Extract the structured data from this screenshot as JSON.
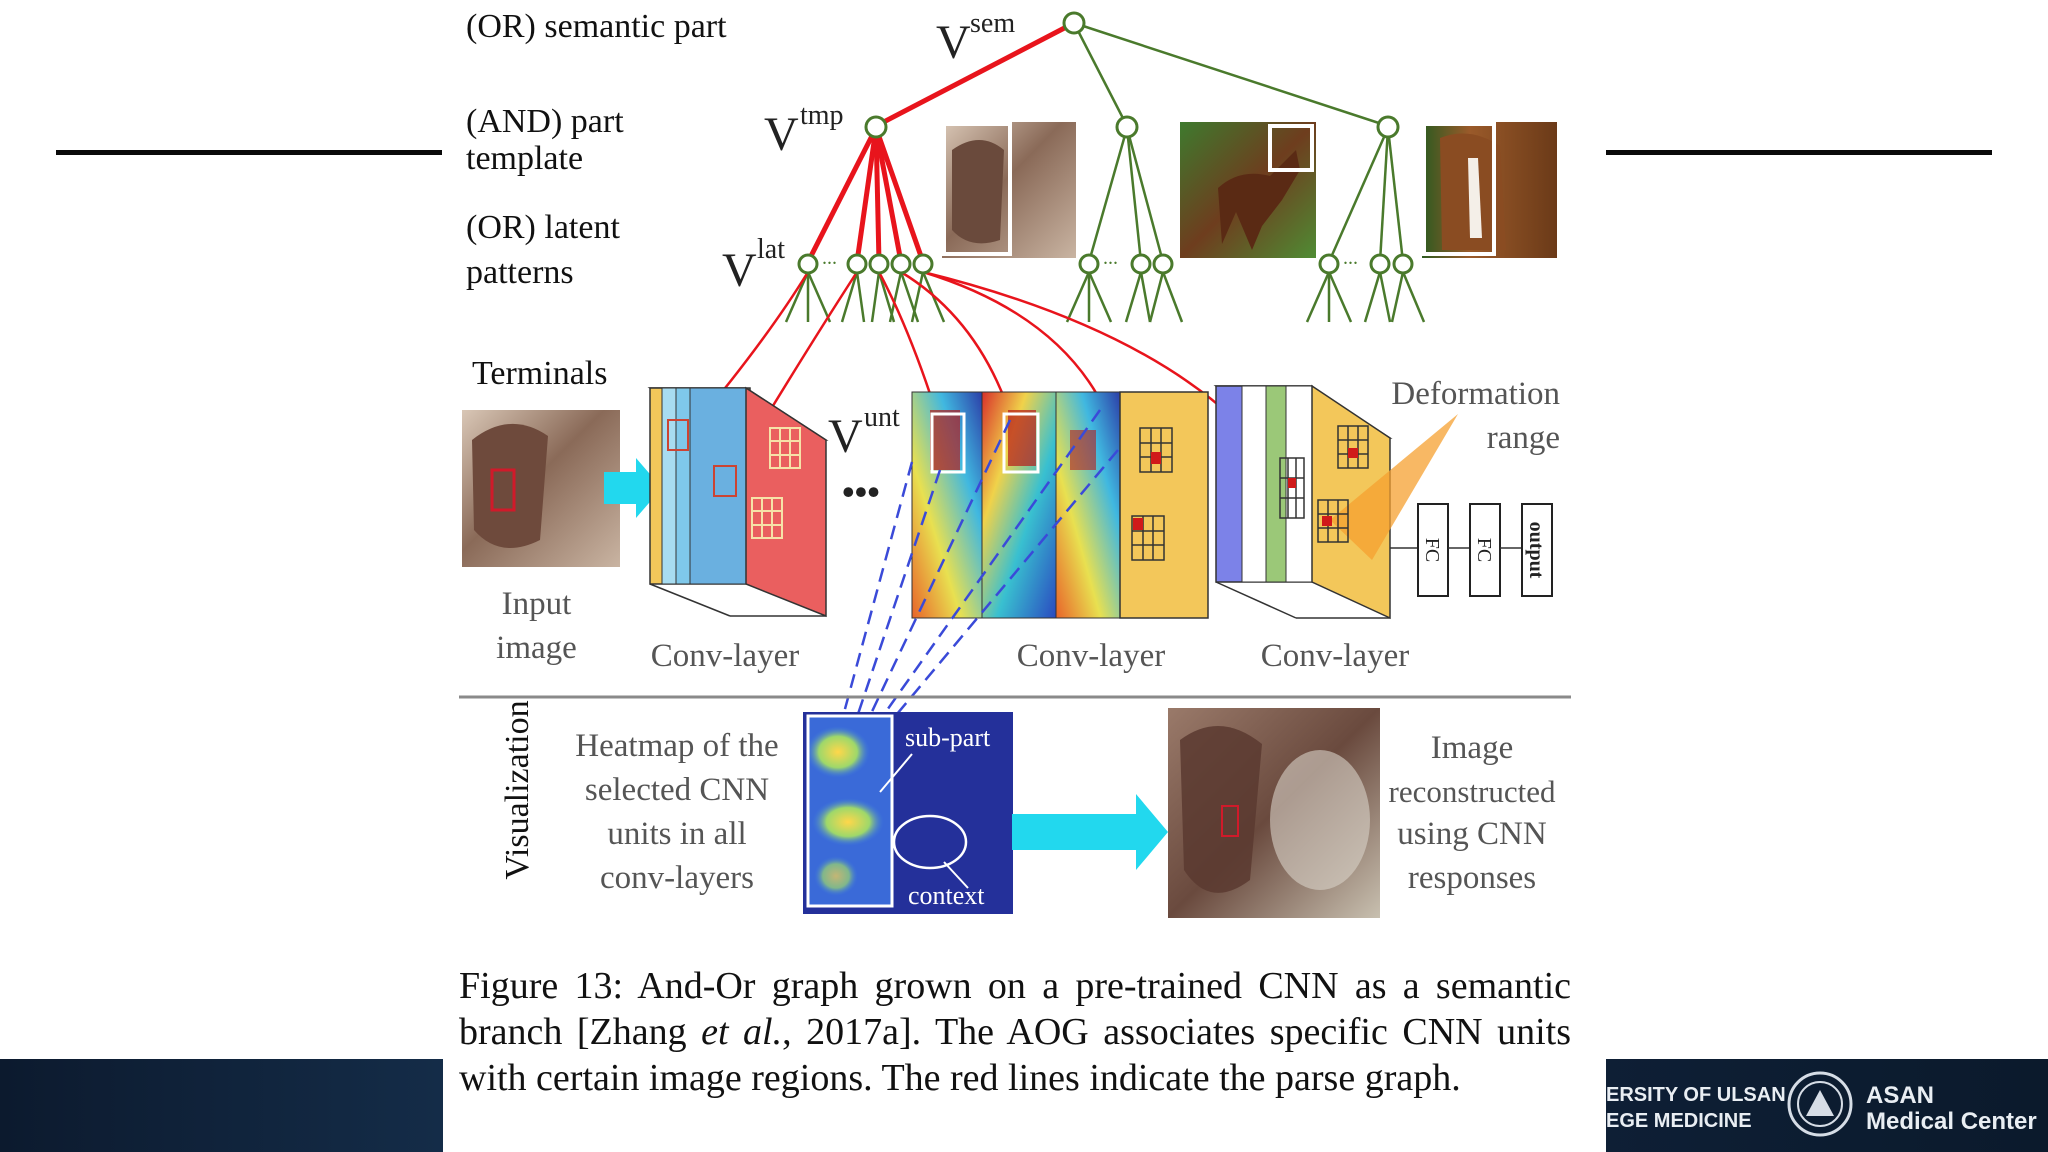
{
  "levels": {
    "semantic_part": "(OR) semantic part",
    "part_template_line1": "(AND) part",
    "part_template_line2": "template",
    "latent_line1": "(OR) latent",
    "latent_line2": "patterns",
    "terminals": "Terminals"
  },
  "node_symbols": {
    "v": "V",
    "sem": "sem",
    "tmp": "tmp",
    "lat": "lat",
    "unt": "unt",
    "ellipsis": "...",
    "big_ellipsis": "•••"
  },
  "network": {
    "input_line1": "Input",
    "input_line2": "image",
    "conv_layer": "Conv-layer",
    "deformation_line1": "Deformation",
    "deformation_line2": "range",
    "fc": "FC",
    "output": "output"
  },
  "visualization": {
    "title": "Visualization",
    "heatmap_lines": [
      "Heatmap of the",
      "selected CNN",
      "units in all",
      "conv-layers"
    ],
    "sub_part": "sub-part",
    "context": "context",
    "recon_lines": [
      "Image",
      "reconstructed",
      "using CNN",
      "responses"
    ]
  },
  "caption": {
    "prefix": "Figure 13: And-Or graph grown on a pre-trained CNN as a semantic branch [Zhang ",
    "etal": "et al.",
    "suffix": ", 2017a]. The AOG associates specific CNN units with certain image regions. The red lines indicate the parse graph."
  },
  "footer": {
    "univ_line1": "ERSITY OF ULSAN",
    "univ_line2": "EGE MEDICINE",
    "asan_line1": "ASAN",
    "asan_line2": "Medical Center"
  },
  "colors": {
    "parse_red": "#e8141c",
    "tree_green": "#4a7a2c",
    "arrow_cyan": "#22d8ee",
    "conv_yellow": "#f3c75a",
    "conv_red": "#ea5f5f",
    "heat_blue": "#24309a",
    "dash_blue": "#3a4ad8"
  }
}
